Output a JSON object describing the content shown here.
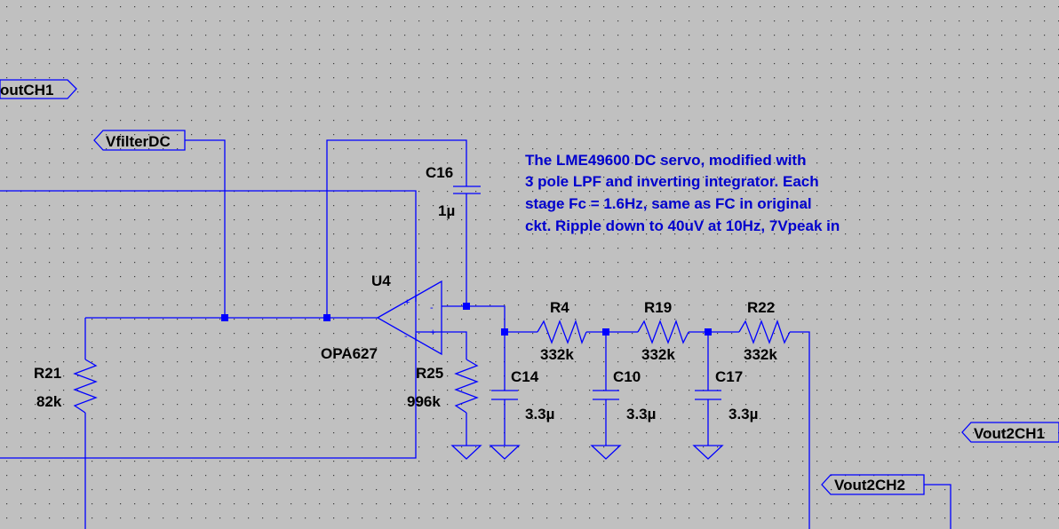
{
  "colors": {
    "background": "#c0c0c0",
    "grid_dot": "#000000",
    "wire": "#0000ff",
    "label_text": "#000000",
    "comment_text": "#0000cd"
  },
  "net_labels": {
    "vout_ch1": "outCH1",
    "vfilter_dc": "VfilterDC",
    "vout2_ch1": "Vout2CH1",
    "vout2_ch2": "Vout2CH2"
  },
  "components": {
    "u4": {
      "ref": "U4",
      "value": "OPA627"
    },
    "c16": {
      "ref": "C16",
      "value": "1µ"
    },
    "r4": {
      "ref": "R4",
      "value": "332k"
    },
    "r19": {
      "ref": "R19",
      "value": "332k"
    },
    "r22": {
      "ref": "R22",
      "value": "332k"
    },
    "r21": {
      "ref": "R21",
      "value": "82k"
    },
    "r25": {
      "ref": "R25",
      "value": "996k"
    },
    "c14": {
      "ref": "C14",
      "value": "3.3µ"
    },
    "c10": {
      "ref": "C10",
      "value": "3.3µ"
    },
    "c17": {
      "ref": "C17",
      "value": "3.3µ"
    }
  },
  "opamp_pins": {
    "minus_in": "-",
    "plus_in": "+",
    "plus_supply": "+",
    "minus_supply": "-"
  },
  "comment": {
    "lines": [
      "The LME49600 DC servo, modified with",
      "3 pole LPF and inverting integrator. Each",
      "stage Fc = 1.6Hz, same as FC in original",
      "ckt. Ripple down to 40uV at 10Hz, 7Vpeak in"
    ]
  }
}
